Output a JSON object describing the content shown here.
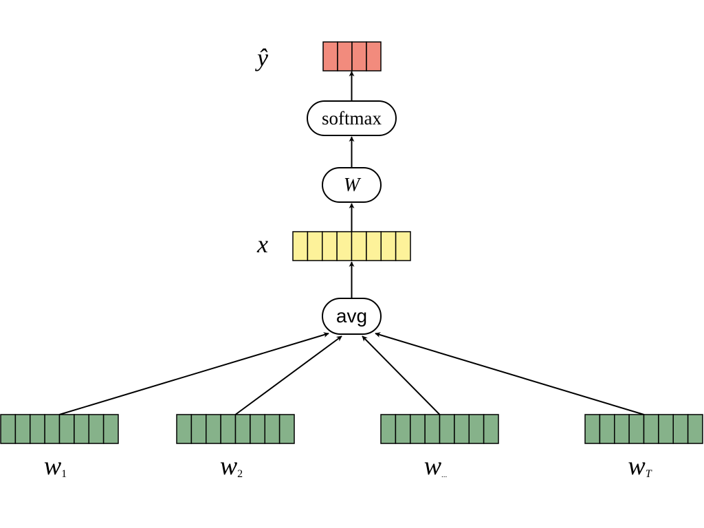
{
  "colors": {
    "output_fill": "#f28b7d",
    "hidden_fill": "#fdf29a",
    "embedding_fill": "#86b28a",
    "stroke": "#000000",
    "node_fill": "#ffffff"
  },
  "output": {
    "label": "ŷ",
    "cells": 4
  },
  "softmax_node": {
    "label": "softmax"
  },
  "weight_node": {
    "label": "W"
  },
  "hidden": {
    "label": "x",
    "cells": 8
  },
  "avg_node": {
    "label": "avg"
  },
  "inputs": [
    {
      "base": "w",
      "sub": "1",
      "cells": 8
    },
    {
      "base": "w",
      "sub": "2",
      "cells": 8
    },
    {
      "base": "w",
      "sub": "...",
      "cells": 8
    },
    {
      "base": "w",
      "sub": "T",
      "cells": 8
    }
  ]
}
